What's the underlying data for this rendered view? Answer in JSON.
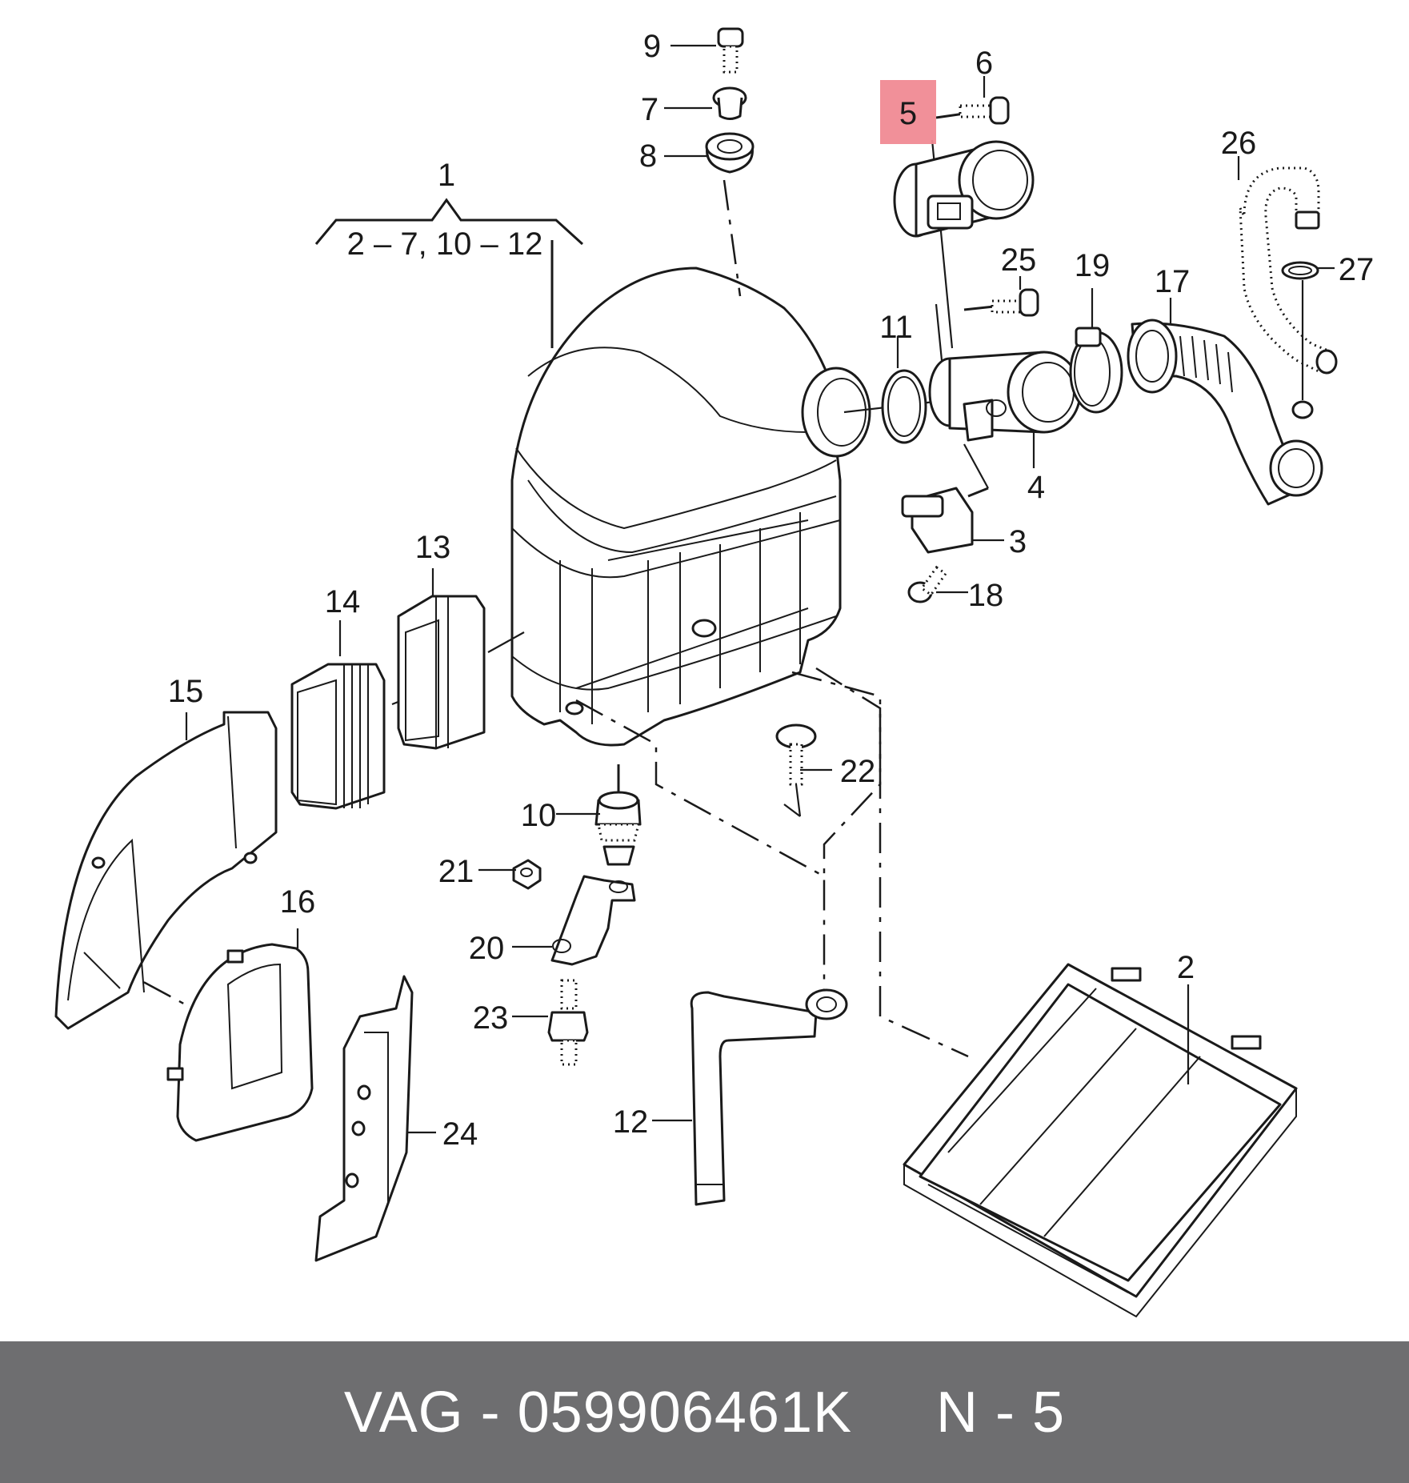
{
  "diagram": {
    "highlight_color": "#f08a94",
    "highlighted_part": "5",
    "group_label": {
      "main": "1",
      "range": "2 – 7, 10 – 12"
    },
    "part_labels": {
      "p2": "2",
      "p3": "3",
      "p4": "4",
      "p5": "5",
      "p6": "6",
      "p7": "7",
      "p8": "8",
      "p9": "9",
      "p10": "10",
      "p11": "11",
      "p12": "12",
      "p13": "13",
      "p14": "14",
      "p15": "15",
      "p16": "16",
      "p17": "17",
      "p18": "18",
      "p19": "19",
      "p20": "20",
      "p21": "21",
      "p22": "22",
      "p23": "23",
      "p24": "24",
      "p25": "25",
      "p26": "26",
      "p27": "27"
    }
  },
  "footer": {
    "text": "VAG - 059906461K     N - 5",
    "background_color": "#6e6e70"
  }
}
